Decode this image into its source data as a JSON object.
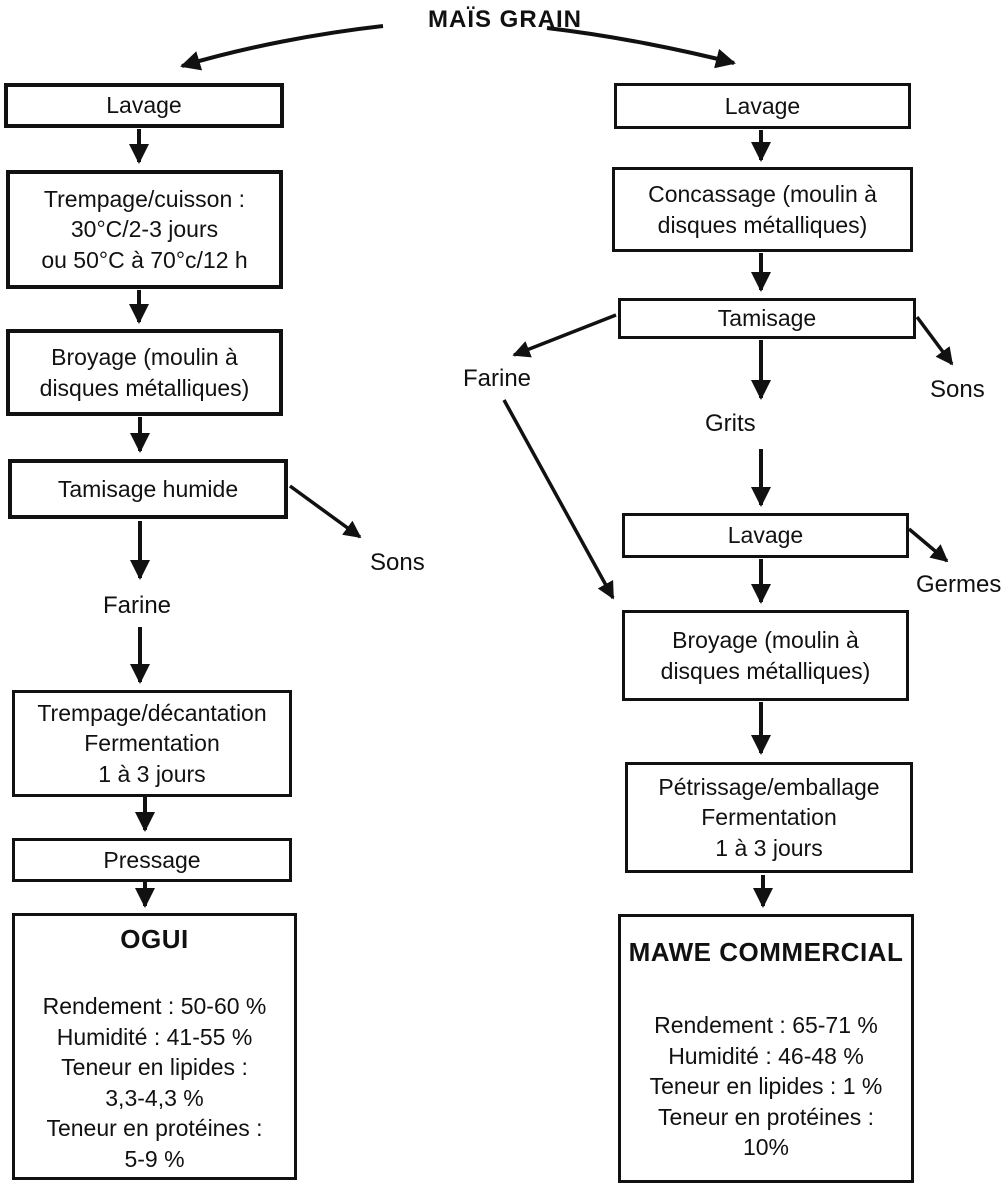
{
  "diagram": {
    "title": "MAÏS GRAIN",
    "colors": {
      "ink": "#111111",
      "background": "#ffffff"
    },
    "left": {
      "lavage": "Lavage",
      "trempage_cuisson": "Trempage/cuisson :\n30°C/2-3 jours\nou 50°C à 70°c/12 h",
      "broyage": "Broyage (moulin à\ndisques métalliques)",
      "tamisage_humide": "Tamisage humide",
      "sons": "Sons",
      "farine": "Farine",
      "trempage_decantation": "Trempage/décantation\nFermentation\n1 à 3 jours",
      "pressage": "Pressage",
      "result_title": "OGUI",
      "result_body": "Rendement : 50-60 %\nHumidité : 41-55 %\nTeneur en lipides :\n3,3-4,3 %\nTeneur en protéines :\n5-9 %"
    },
    "right": {
      "lavage1": "Lavage",
      "concassage": "Concassage (moulin à\ndisques métalliques)",
      "tamisage": "Tamisage",
      "farine": "Farine",
      "grits": "Grits",
      "sons": "Sons",
      "lavage2": "Lavage",
      "germes": "Germes",
      "broyage": "Broyage (moulin à\ndisques métalliques)",
      "petrissage": "Pétrissage/emballage\nFermentation\n1 à 3 jours",
      "result_title": "MAWE COMMERCIAL",
      "result_body": "Rendement : 65-71 %\nHumidité : 46-48 %\nTeneur en lipides : 1 %\nTeneur en protéines :\n10%"
    }
  }
}
